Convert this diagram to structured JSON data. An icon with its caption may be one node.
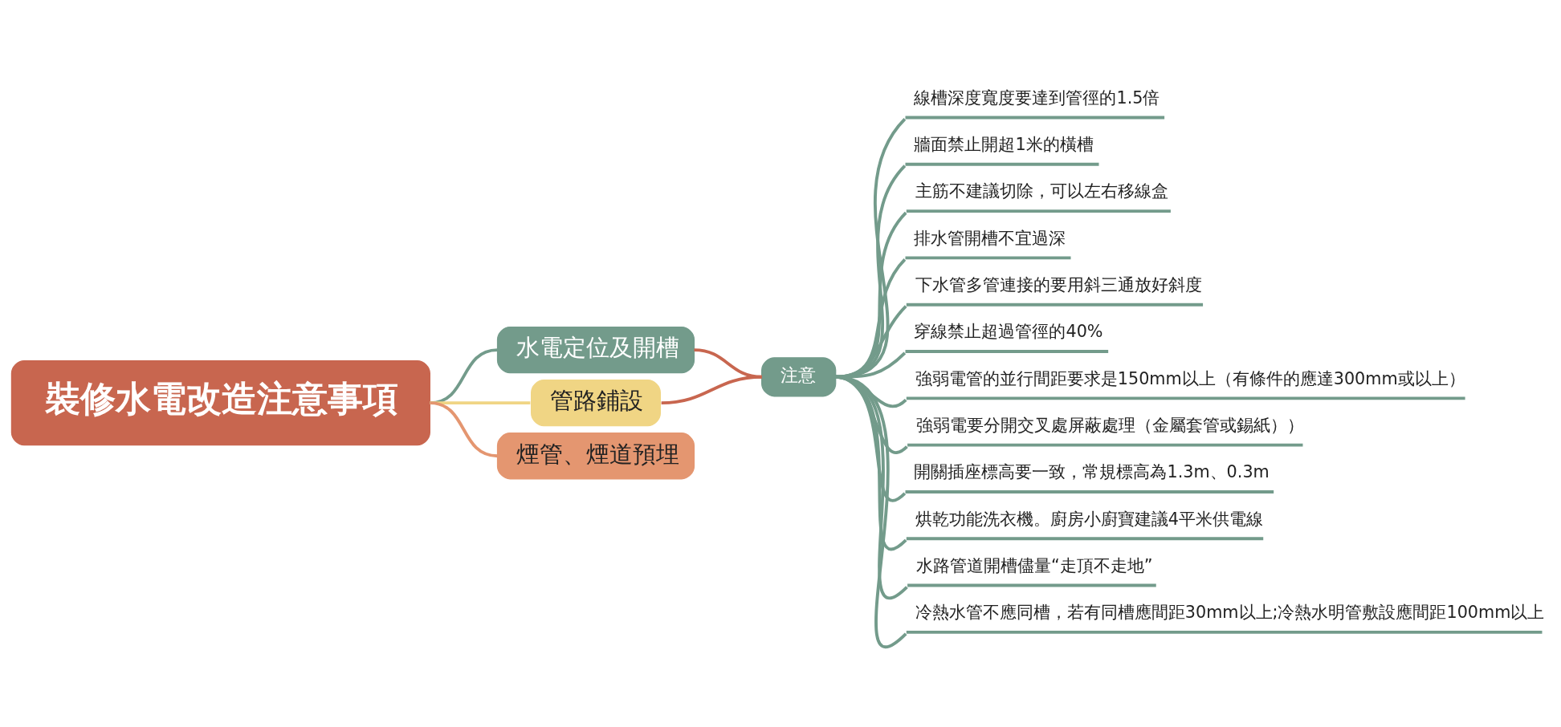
{
  "diagram": {
    "nodes": [
      {
        "text": [
          "裝修水電改造注意事項"
        ]
      },
      {
        "text": [
          "水電定位及開槽"
        ]
      },
      {
        "text": [
          "管路鋪設"
        ]
      },
      {
        "text": [
          "煙管、煙道預埋"
        ]
      },
      {
        "text": [
          "注意"
        ]
      },
      {
        "text": [
          "線槽深度寬度要達到管徑的1.5倍"
        ]
      },
      {
        "text": [
          "牆面禁止開超1米的橫槽"
        ]
      },
      {
        "text": [
          "主筋不建議切除，可以左右移線盒"
        ]
      },
      {
        "text": [
          "排水管開槽不宜過深"
        ]
      },
      {
        "text": [
          "下水管多管連接的要用斜三通放好斜度"
        ]
      },
      {
        "text": [
          "穿線禁止超過管徑的40%"
        ]
      },
      {
        "text": [
          "強弱電管的並行間距要求是150mm以上（有條件的應達300mm或以上）"
        ]
      },
      {
        "text": [
          "強弱電要分開交叉處屏蔽處理（金屬套管或錫紙））"
        ]
      },
      {
        "text": [
          "開關插座標高要一致，常規標高為1.3m、0.3m"
        ]
      },
      {
        "text": [
          "烘乾功能洗衣機。廚房小廚寶建議4平米供電線"
        ]
      },
      {
        "text": [
          "水路管道開槽儘量“走頂不走地”"
        ]
      },
      {
        "text": [
          "冷熱水管不應同槽，若有同槽應間距30mm以上;冷熱水明管敷設應間距100mm以上"
        ]
      }
    ],
    "edges": [
      {
        "from": 0,
        "to": 1,
        "arrow": "none"
      },
      {
        "from": 0,
        "to": 2,
        "arrow": "none",
        "color": "#f0d584"
      },
      {
        "from": 0,
        "to": 3,
        "arrow": "none",
        "color": "#e49670"
      },
      {
        "from": 1,
        "to": 4,
        "arrow": "none",
        "color": "#c8664f"
      },
      {
        "from": 2,
        "to": 4,
        "arrow": "none",
        "color": "#c8664f"
      },
      {
        "from": 4,
        "to": 5,
        "arrow": "none"
      },
      {
        "from": 4,
        "to": 6,
        "arrow": "none"
      },
      {
        "from": 4,
        "to": 7,
        "arrow": "none"
      },
      {
        "from": 4,
        "to": 8,
        "arrow": "none"
      },
      {
        "from": 4,
        "to": 9,
        "arrow": "none"
      },
      {
        "from": 4,
        "to": 10,
        "arrow": "none"
      },
      {
        "from": 4,
        "to": 11,
        "arrow": "none"
      },
      {
        "from": 4,
        "to": 12,
        "arrow": "none"
      },
      {
        "from": 4,
        "to": 13,
        "arrow": "none"
      },
      {
        "from": 4,
        "to": 14,
        "arrow": "none"
      },
      {
        "from": 4,
        "to": 15,
        "arrow": "none"
      },
      {
        "from": 4,
        "to": 16,
        "arrow": "none"
      }
    ]
  }
}
